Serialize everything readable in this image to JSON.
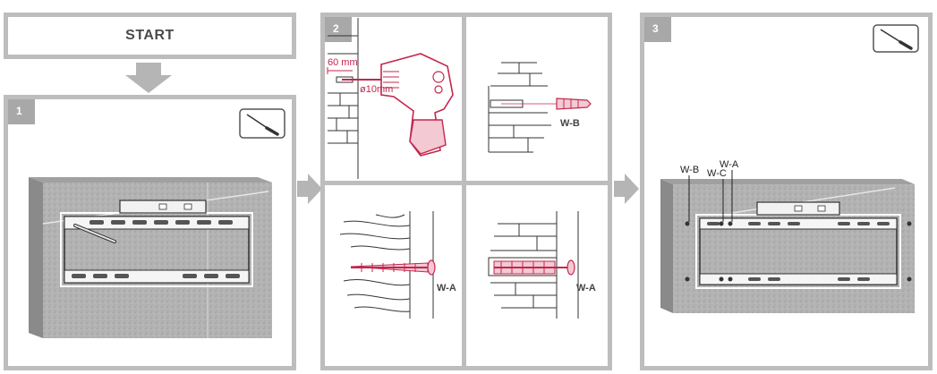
{
  "start": {
    "label": "START"
  },
  "steps": [
    {
      "number": "1"
    },
    {
      "number": "2"
    },
    {
      "number": "3"
    }
  ],
  "drill": {
    "depth_label": "60 mm",
    "diameter_label": "ø10mm"
  },
  "parts": {
    "wall_plug": "W-B",
    "screw_wood": "W-A",
    "screw_plug": "W-A"
  },
  "final_labels": {
    "wb": "W-B",
    "wc": "W-C",
    "wa": "W-A"
  },
  "colors": {
    "frame": "#bdbdbd",
    "accent_red": "#c4264d",
    "wall_gray": "#b0b0b0",
    "arrow_gray": "#b5b5b5"
  },
  "icons": [
    "screwdriver-icon",
    "arrow-down-icon",
    "arrow-right-icon",
    "drill-icon"
  ]
}
